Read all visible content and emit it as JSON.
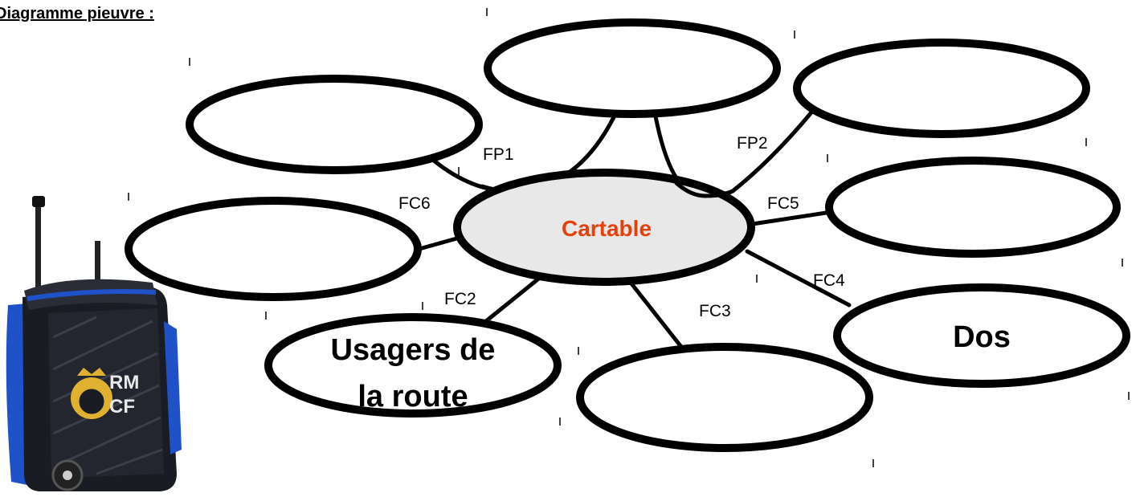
{
  "heading": "Diagramme pieuvre :",
  "colors": {
    "outline": "#000000",
    "center_fill": "#e8e8e8",
    "center_text": "#e2400c",
    "bag_body": "#1a1c24",
    "bag_trim": "#1f52c8",
    "bag_gold": "#e0b030"
  },
  "center": {
    "label": "Cartable"
  },
  "nodes": {
    "top_left": {
      "line1": "",
      "line2": ""
    },
    "top": {
      "line1": "",
      "line2": ""
    },
    "top_right": {
      "line1": "",
      "line2": ""
    },
    "left": {
      "line1": "",
      "line2": ""
    },
    "right": {
      "line1": "",
      "line2": ""
    },
    "bottom_left": {
      "line1": "Usagers de",
      "line2": "la route"
    },
    "bottom": {
      "line1": "",
      "line2": ""
    },
    "bottom_right": {
      "line1": "Dos",
      "line2": ""
    }
  },
  "functions": {
    "fp1": "FP1",
    "fp2": "FP2",
    "fc2": "FC2",
    "fc3": "FC3",
    "fc4": "FC4",
    "fc5": "FC5",
    "fc6": "FC6"
  },
  "illustration": {
    "icon": "rolling-schoolbag",
    "badge_text": "RMCF"
  }
}
